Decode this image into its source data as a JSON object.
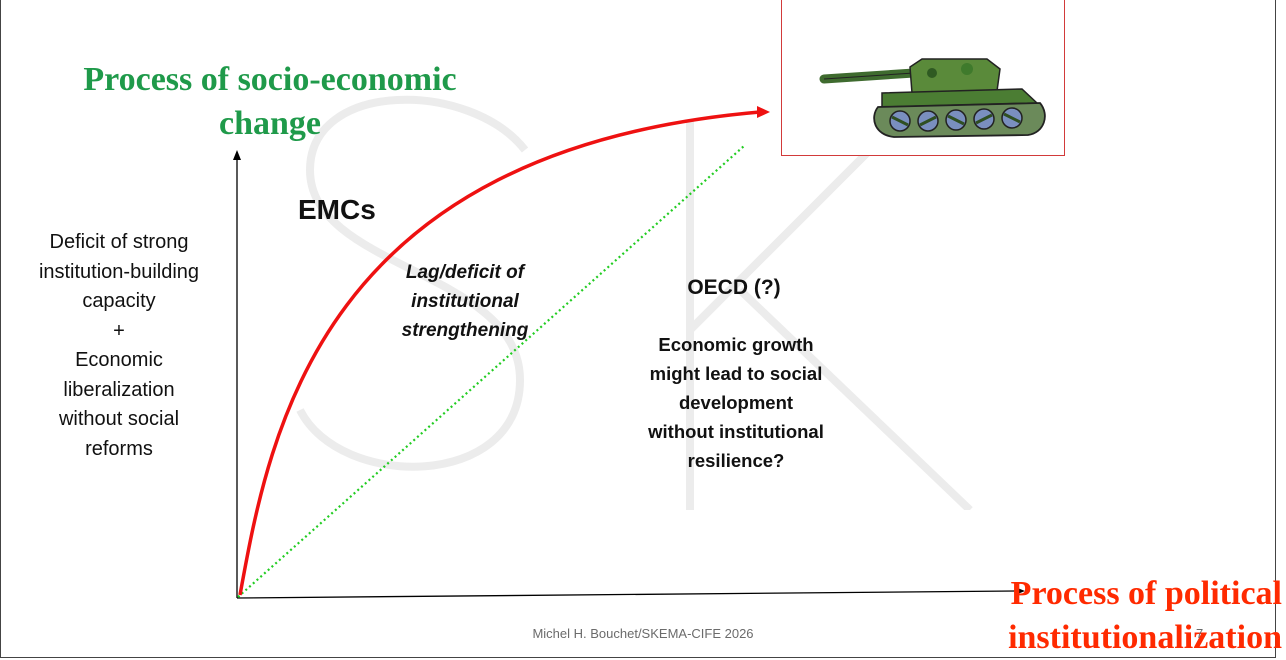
{
  "watermark": "SK",
  "y_axis_title": "Process of socio-economic change",
  "x_axis_title": "Process of political\ninstitutionalization",
  "left_annotation": "Deficit of strong\ninstitution-building\ncapacity\n+\nEconomic\nliberalization\nwithout social\nreforms",
  "emcs_label": "EMCs",
  "lag_label": "Lag/deficit of\ninstitutional\nstrengthening",
  "oecd_label": "OECD (?)",
  "growth_label": "Economic growth\nmight lead to social\ndevelopment\nwithout institutional\nresilience?",
  "tank_icon": "tank-icon",
  "footer": "Michel H. Bouchet/SKEMA-CIFE 2026",
  "page_number": "7",
  "colors": {
    "y_title": "#1f9a4a",
    "x_title": "#ff2a00",
    "curve": "#ee1111",
    "diagonal": "#22cc22",
    "tank_border": "#d23a3a"
  }
}
